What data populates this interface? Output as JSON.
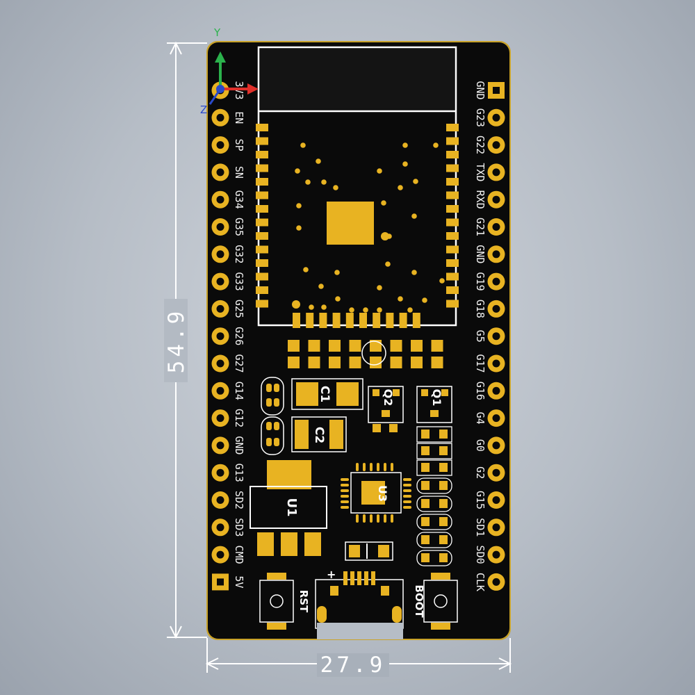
{
  "dimensions": {
    "height_label": "54.9",
    "width_label": "27.9"
  },
  "axes": {
    "y_label": "Y",
    "z_label": "Z"
  },
  "pins_left": [
    "3V3",
    "EN",
    "SP",
    "SN",
    "G34",
    "G35",
    "G32",
    "G33",
    "G25",
    "G26",
    "G27",
    "G14",
    "G12",
    "GND",
    "G13",
    "SD2",
    "SD3",
    "CMD",
    "5V"
  ],
  "pins_right": [
    "GND",
    "G23",
    "G22",
    "TXD",
    "RXD",
    "G21",
    "GND",
    "G19",
    "G18",
    "G5",
    "G17",
    "G16",
    "G4",
    "G0",
    "G2",
    "G15",
    "SD1",
    "SD0",
    "CLK"
  ],
  "components": {
    "c1": "C1",
    "c2": "C2",
    "q1": "Q1",
    "q2": "Q2",
    "u1": "U1",
    "u3": "U3",
    "rst": "RST",
    "boot": "BOOT",
    "plus": "+"
  },
  "colors": {
    "board": "#0a0a0a",
    "board_edge": "#c9a227",
    "gold": "#e8b322",
    "silk": "#ffffff",
    "dim_line": "#ffffff"
  }
}
